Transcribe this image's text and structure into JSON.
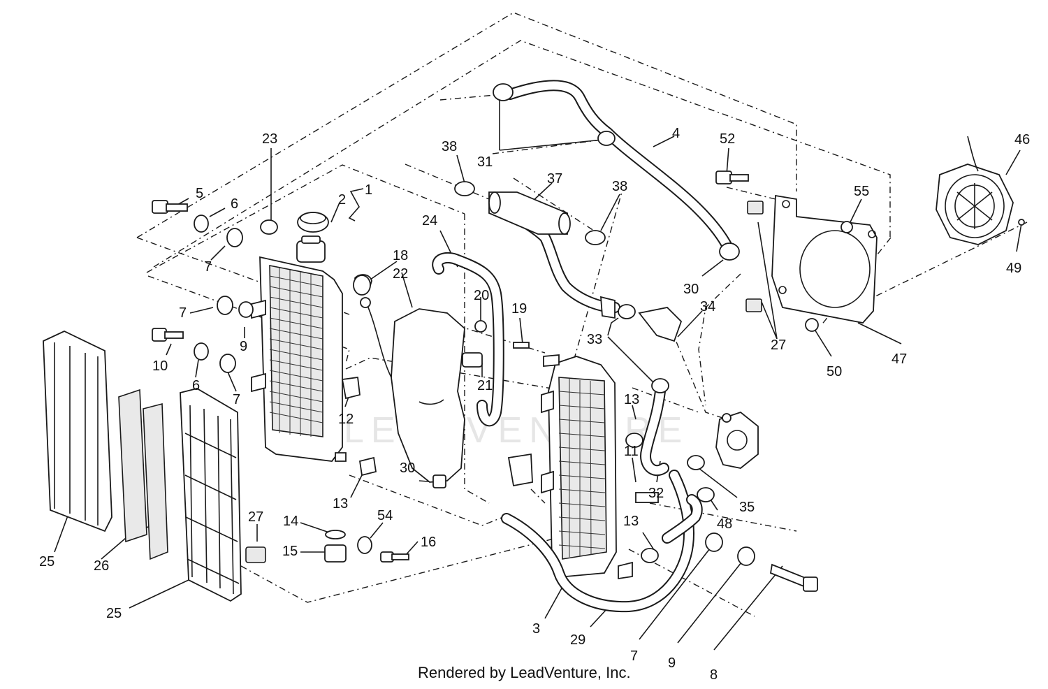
{
  "credit": "Rendered by LeadVenture, Inc.",
  "watermark": "LEADVENTURE",
  "callouts": [
    {
      "id": "c1",
      "text": "1"
    },
    {
      "id": "c2",
      "text": "2"
    },
    {
      "id": "c23",
      "text": "23"
    },
    {
      "id": "c5",
      "text": "5"
    },
    {
      "id": "c6a",
      "text": "6"
    },
    {
      "id": "c7a",
      "text": "7"
    },
    {
      "id": "c7b",
      "text": "7"
    },
    {
      "id": "c9a",
      "text": "9"
    },
    {
      "id": "c10",
      "text": "10"
    },
    {
      "id": "c6b",
      "text": "6"
    },
    {
      "id": "c7c",
      "text": "7"
    },
    {
      "id": "c12",
      "text": "12"
    },
    {
      "id": "c13a",
      "text": "13"
    },
    {
      "id": "c18",
      "text": "18"
    },
    {
      "id": "c22",
      "text": "22"
    },
    {
      "id": "c24",
      "text": "24"
    },
    {
      "id": "c20",
      "text": "20"
    },
    {
      "id": "c19",
      "text": "19"
    },
    {
      "id": "c21",
      "text": "21"
    },
    {
      "id": "c30a",
      "text": "30"
    },
    {
      "id": "c38a",
      "text": "38"
    },
    {
      "id": "c31",
      "text": "31"
    },
    {
      "id": "c37",
      "text": "37"
    },
    {
      "id": "c38b",
      "text": "38"
    },
    {
      "id": "c4",
      "text": "4"
    },
    {
      "id": "c30b",
      "text": "30"
    },
    {
      "id": "c34",
      "text": "34"
    },
    {
      "id": "c33",
      "text": "33"
    },
    {
      "id": "c13b",
      "text": "13"
    },
    {
      "id": "c11",
      "text": "11"
    },
    {
      "id": "c32",
      "text": "32"
    },
    {
      "id": "c35",
      "text": "35"
    },
    {
      "id": "c48",
      "text": "48"
    },
    {
      "id": "c13c",
      "text": "13"
    },
    {
      "id": "c3",
      "text": "3"
    },
    {
      "id": "c29",
      "text": "29"
    },
    {
      "id": "c7d",
      "text": "7"
    },
    {
      "id": "c9b",
      "text": "9"
    },
    {
      "id": "c8",
      "text": "8"
    },
    {
      "id": "c52",
      "text": "52"
    },
    {
      "id": "c55",
      "text": "55"
    },
    {
      "id": "c27a",
      "text": "27"
    },
    {
      "id": "c50",
      "text": "50"
    },
    {
      "id": "c47",
      "text": "47"
    },
    {
      "id": "c46",
      "text": "46"
    },
    {
      "id": "c49",
      "text": "49"
    },
    {
      "id": "c25a",
      "text": "25"
    },
    {
      "id": "c26",
      "text": "26"
    },
    {
      "id": "c25b",
      "text": "25"
    },
    {
      "id": "c27b",
      "text": "27"
    },
    {
      "id": "c14",
      "text": "14"
    },
    {
      "id": "c15",
      "text": "15"
    },
    {
      "id": "c54",
      "text": "54"
    },
    {
      "id": "c16",
      "text": "16"
    }
  ]
}
